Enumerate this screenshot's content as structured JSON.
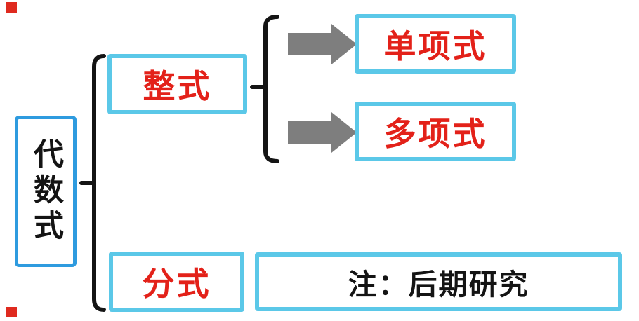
{
  "diagram": {
    "root": {
      "label": "代数式"
    },
    "branches": [
      {
        "label": "整式",
        "children": [
          {
            "label": "单项式"
          },
          {
            "label": "多项式"
          }
        ]
      },
      {
        "label": "分式",
        "children": []
      }
    ],
    "note": {
      "label": "注：后期研究"
    }
  },
  "icons": {
    "branch_arrow": "right-block-arrow-icon",
    "corner_marker": "red-square-marker",
    "connector": "curly-brace"
  },
  "colors": {
    "background": "#FFFFFF",
    "border_cyan": "#5BC8E8",
    "border_blue": "#2E9BDF",
    "text_red": "#E32119",
    "ink_black": "#141414",
    "arrow_gray": "#7E7E7E",
    "marker_red": "#DF2A1F"
  }
}
